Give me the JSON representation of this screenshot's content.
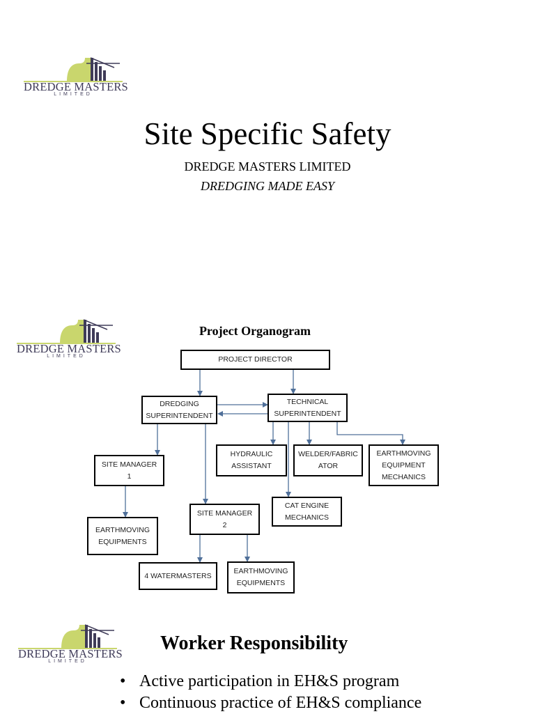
{
  "brand": {
    "name": "DREDGE MASTERS",
    "tagline": "LIMITED",
    "colors": {
      "green": "#c9d66d",
      "purple": "#3f3b58"
    }
  },
  "slide1": {
    "title": "Site Specific Safety",
    "company": "DREDGE MASTERS LIMITED",
    "motto": "DREDGING MADE EASY"
  },
  "slide2": {
    "title": "Project Organogram",
    "boxes": {
      "project_director": "PROJECT DIRECTOR",
      "dredging_superintendent": "DREDGING\nSUPERINTENDENT",
      "technical_superintendent": "TECHNICAL\nSUPERINTENDENT",
      "site_manager_1": "SITE MANAGER\n1",
      "hydraulic_assistant": "HYDRAULIC\nASSISTANT",
      "welder_fabricator": "WELDER/FABRIC\nATOR",
      "earthmoving_mechanics": "EARTHMOVING\nEQUIPMENT\nMECHANICS",
      "cat_engine_mechanics": "CAT ENGINE\nMECHANICS",
      "site_manager_2": "SITE MANAGER\n2",
      "earthmoving_equipments_1": "EARTHMOVING\nEQUIPMENTS",
      "watermasters": "4 WATERMASTERS",
      "earthmoving_equipments_2": "EARTHMOVING\nEQUIPMENTS"
    }
  },
  "slide3": {
    "title": "Worker Responsibility",
    "bullets": [
      "Active participation in EH&S program",
      "Continuous practice of EH&S compliance"
    ]
  }
}
